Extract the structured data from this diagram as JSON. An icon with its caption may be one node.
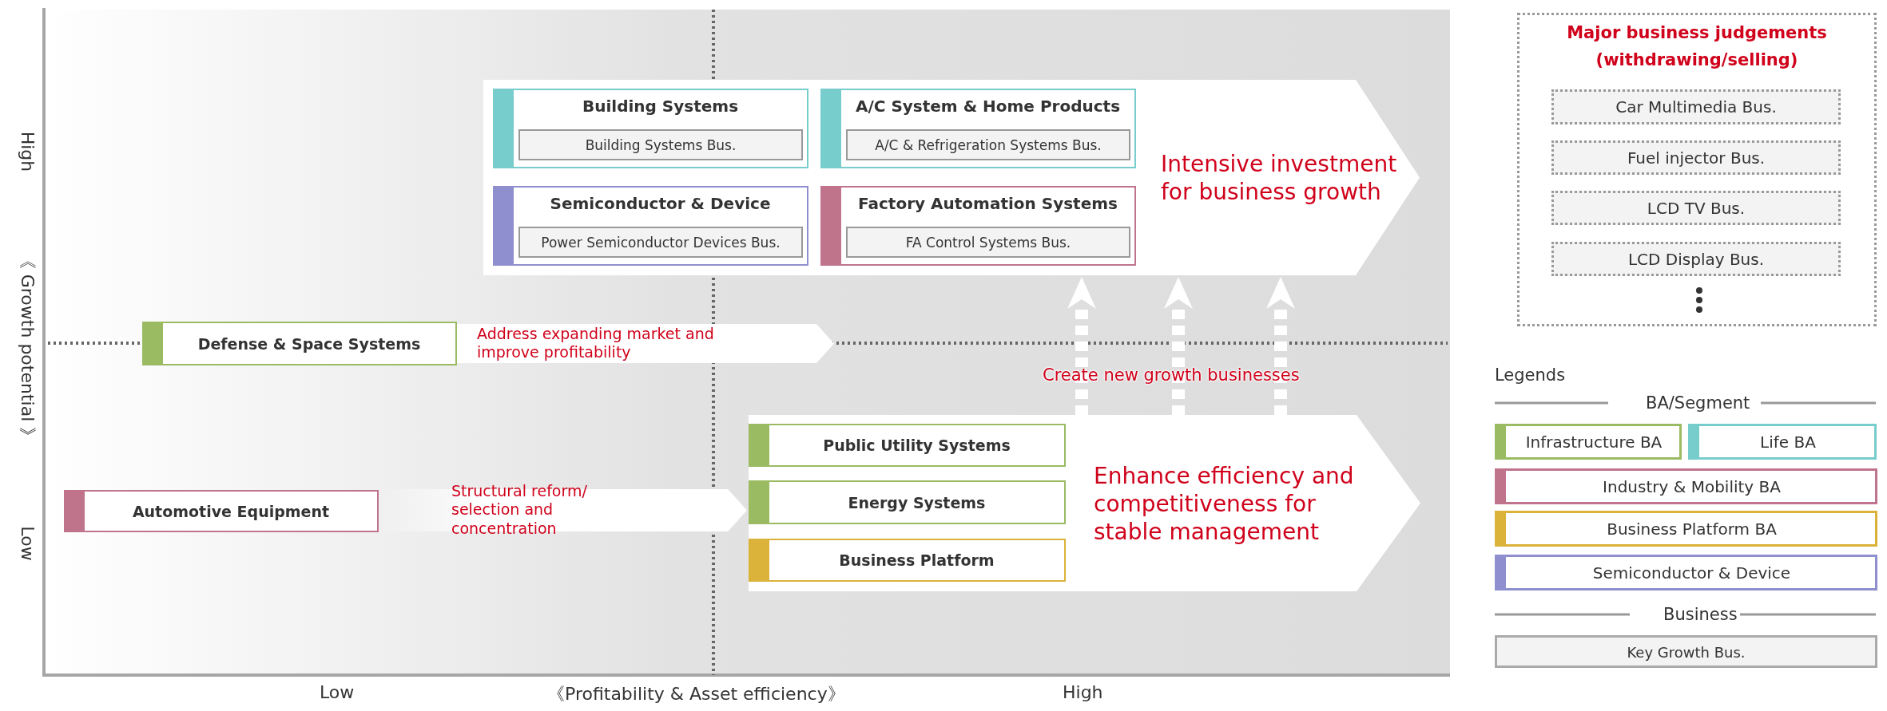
{
  "diagram": {
    "nodes": [
      {
        "text": [
          "Intensive investment for business growth"
        ]
      },
      {
        "text": [
          "Building Systems"
        ],
        "in": 0
      },
      {
        "text": [
          "Building Systems Bus."
        ],
        "in": 1
      },
      {
        "text": [
          "A/C System & Home Products"
        ],
        "in": 0
      },
      {
        "text": [
          "A/C & Refrigeration Systems Bus."
        ],
        "in": 3
      },
      {
        "text": [
          "Semiconductor & Device"
        ],
        "in": 0
      },
      {
        "text": [
          "Power Semiconductor Devices Bus."
        ],
        "in": 5
      },
      {
        "text": [
          "Factory Automation Systems"
        ],
        "in": 0
      },
      {
        "text": [
          "FA Control Systems Bus."
        ],
        "in": 7
      },
      {
        "text": [
          "Defense & Space Systems"
        ]
      },
      {
        "text": [
          "Address expanding market and improve profitability"
        ]
      },
      {
        "text": [
          "Automotive Equipment"
        ]
      },
      {
        "text": [
          "Structural reform/ selection and concentration"
        ]
      },
      {
        "text": [
          "Enhance efficiency and competitiveness for stable management"
        ]
      },
      {
        "text": [
          "Public Utility Systems"
        ],
        "in": 13
      },
      {
        "text": [
          "Energy Systems"
        ],
        "in": 13
      },
      {
        "text": [
          "Business Platform"
        ],
        "in": 13
      },
      {
        "text": [
          "Major business judgements (withdrawing/selling)"
        ]
      },
      {
        "text": [
          "Car Multimedia Bus."
        ],
        "in": 17
      },
      {
        "text": [
          "Fuel injector Bus."
        ],
        "in": 17
      },
      {
        "text": [
          "LCD TV Bus."
        ],
        "in": 17
      },
      {
        "text": [
          "LCD Display Bus."
        ],
        "in": 17
      }
    ],
    "edges": [
      {
        "from": 13,
        "to": 0,
        "arrow": "to",
        "style": "dashed"
      },
      {
        "from": 13,
        "to": 0,
        "arrow": "to",
        "style": "dashed"
      },
      {
        "from": 13,
        "to": 0,
        "arrow": "to",
        "style": "dashed"
      }
    ],
    "labels": [
      "High",
      "《 Growth potential 》",
      "Low",
      "Low",
      "《Profitability & Asset efficiency》",
      "High",
      "Create new growth businesses",
      "Legends",
      "BA/Segment",
      "Business"
    ],
    "legend": [
      {
        "text": "Infrastructure BA",
        "color": "#9bbb63"
      },
      {
        "text": "Life BA",
        "color": "#77cccc"
      },
      {
        "text": "Industry & Mobility BA",
        "color": "#c0748c"
      },
      {
        "text": "Business Platform BA",
        "color": "#dbb23a"
      },
      {
        "text": "Semiconductor & Device",
        "color": "#8f8fcf"
      },
      {
        "text": "Key Growth Bus."
      }
    ]
  }
}
